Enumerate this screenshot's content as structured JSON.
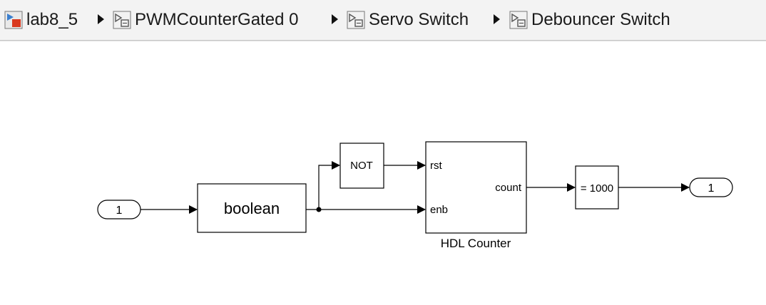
{
  "breadcrumb": {
    "items": [
      {
        "label": "lab8_5",
        "icon": "model-icon"
      },
      {
        "label": "PWMCounterGated 0",
        "icon": "subsystem-icon"
      },
      {
        "label": "Servo Switch",
        "icon": "subsystem-icon"
      },
      {
        "label": "Debouncer Switch",
        "icon": "subsystem-icon"
      }
    ],
    "separator_icon": "triangle-right-icon"
  },
  "diagram": {
    "inport_label": "1",
    "convert_label": "boolean",
    "not_label": "NOT",
    "counter_rst": "rst",
    "counter_enb": "enb",
    "counter_count": "count",
    "counter_name": "HDL Counter",
    "compare_label": "= 1000",
    "outport_label": "1"
  }
}
